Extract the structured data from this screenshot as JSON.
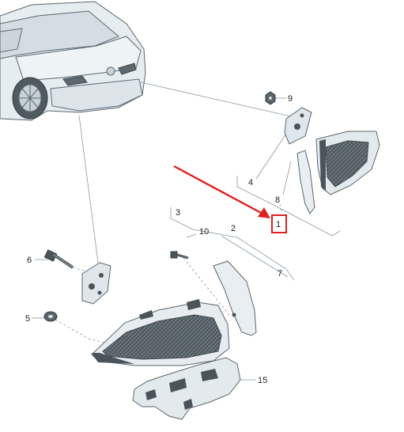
{
  "diagram": {
    "callouts": {
      "c1": "1",
      "c2": "2",
      "c3": "3",
      "c4": "4",
      "c5": "5",
      "c6": "6",
      "c7": "7",
      "c8": "8",
      "c9": "9",
      "c10": "10",
      "c15": "15"
    },
    "colors": {
      "highlight": "#e02020",
      "part_fill": "#e3eaee",
      "part_dark": "#4a545b",
      "outline": "#5a6770",
      "leader": "#8a9aa4"
    }
  }
}
